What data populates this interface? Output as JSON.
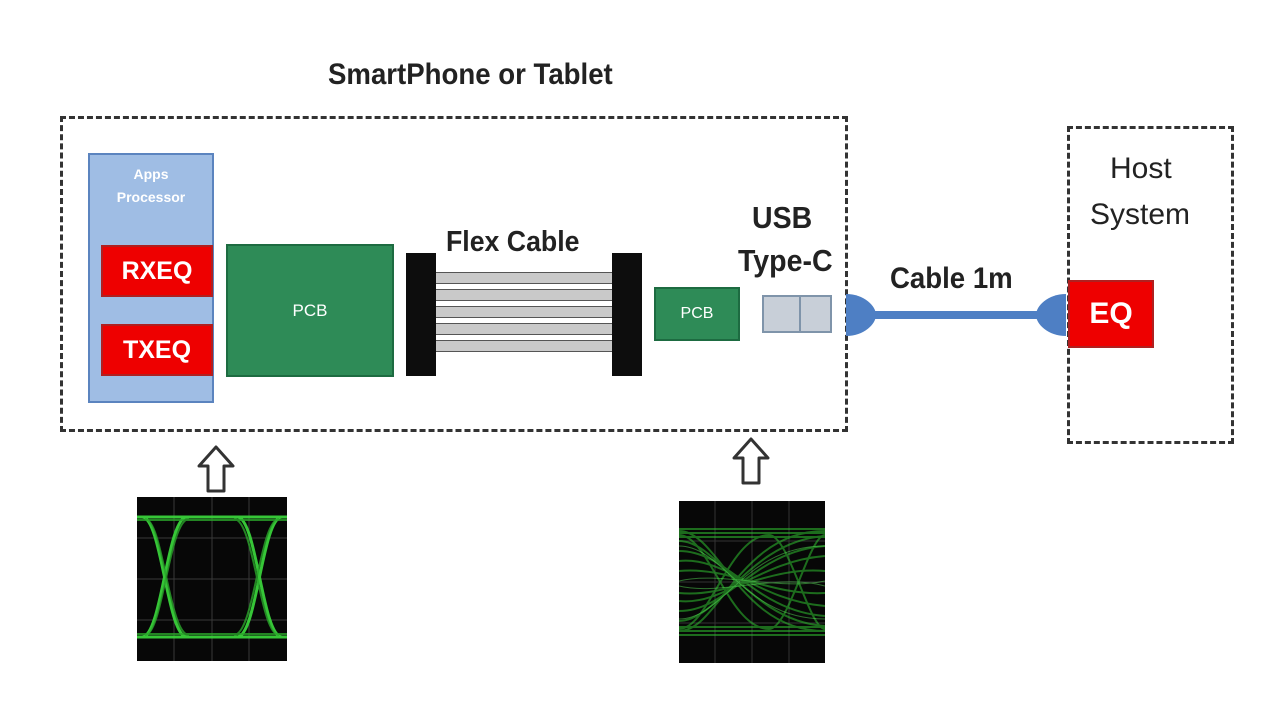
{
  "diagram": {
    "device_box": {
      "label": "SmartPhone or Tablet"
    },
    "host_box": {
      "label_line1": "Host",
      "label_line2": "System"
    },
    "apps_processor": {
      "label_line1": "Apps",
      "label_line2": "Processor"
    },
    "rxeq": {
      "label": "RXEQ"
    },
    "txeq": {
      "label": "TXEQ"
    },
    "pcb_main": {
      "label": "PCB"
    },
    "flex_cable": {
      "label": "Flex Cable"
    },
    "pcb_small": {
      "label": "PCB"
    },
    "usb_connector": {
      "label_line1": "USB",
      "label_line2": "Type-C"
    },
    "cable": {
      "label": "Cable 1m"
    },
    "host_eq": {
      "label": "EQ"
    }
  },
  "colors": {
    "eq_red": "#ee0000",
    "pcb_green": "#2e8b57",
    "processor_blue": "#9fbde4",
    "cable_blue": "#4e7fc4",
    "eye_green": "#39d13a"
  },
  "eye_diagrams": {
    "clean": {
      "description_icon": "open-eye-diagram"
    },
    "degraded": {
      "description_icon": "closed-eye-diagram"
    }
  }
}
